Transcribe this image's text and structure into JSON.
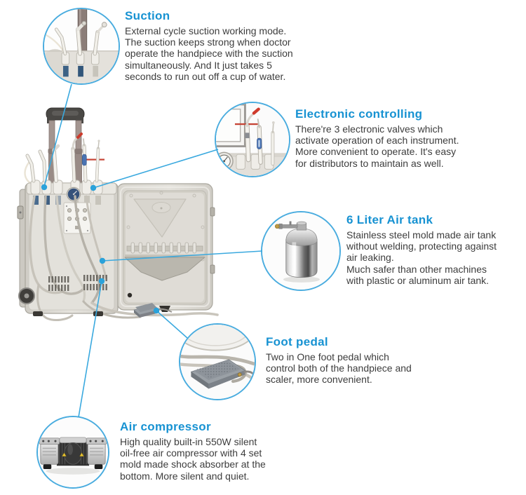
{
  "colors": {
    "accent_blue": "#1792d2",
    "leader_line_blue": "#3aa9df",
    "anchor_dot_blue": "#2ba2da",
    "body_text": "#3d3d3d"
  },
  "callouts": [
    {
      "id": "suction",
      "title": "Suction",
      "body": "External cycle suction working mode.\nThe suction keeps strong when doctor\noperate the handpiece with the suction\nsimultaneously. And It just takes 5\nseconds to run out off a cup of water."
    },
    {
      "id": "electronic-controlling",
      "title": "Electronic controlling",
      "body": "There're 3 electronic valves which\nactivate operation of each instrument.\nMore convenient to operate. It's easy\nfor distributors to maintain as well."
    },
    {
      "id": "air-tank",
      "title": "6 Liter Air tank",
      "body": "Stainless steel mold made air tank\nwithout welding, protecting against\nair leaking.\nMuch safer than other machines\nwith plastic or aluminum air tank."
    },
    {
      "id": "foot-pedal",
      "title": "Foot pedal",
      "body": "Two in One foot pedal which\ncontrol both of the handpiece and\nscaler, more convenient."
    },
    {
      "id": "air-compressor",
      "title": "Air compressor",
      "body": "High quality built-in 550W silent\noil-free air compressor with 4 set\nmold made shock absorber at the\nbottom. More silent and quiet."
    }
  ]
}
